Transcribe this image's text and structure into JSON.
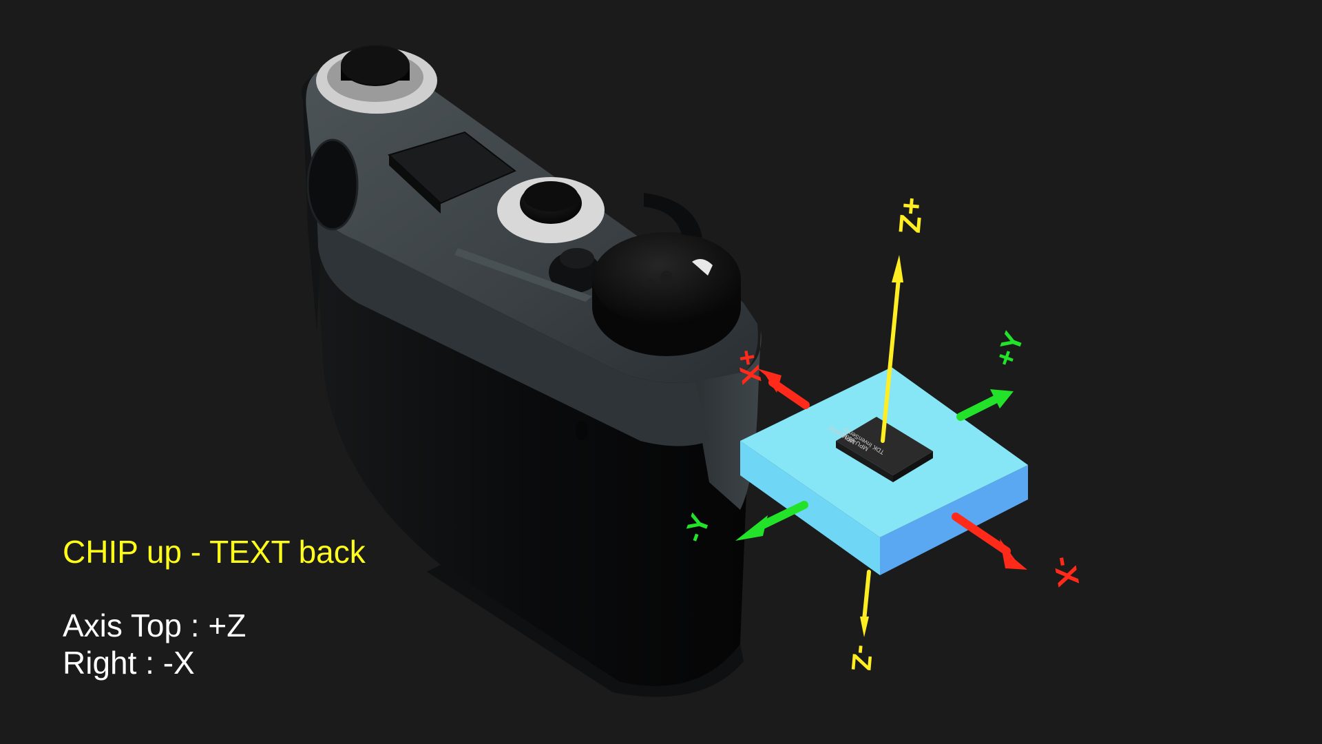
{
  "captions": {
    "title": "CHIP up - TEXT back",
    "axis_top": "Axis Top : +Z",
    "axis_right": "Right : -X"
  },
  "chip_marking": [
    "MPU-6050",
    "MPU-6500",
    "TDK InvenSense"
  ],
  "axis_labels": {
    "z_pos": "+Z",
    "z_neg": "-Z",
    "x_pos": "+X",
    "x_neg": "-X",
    "y_pos": "+Y",
    "y_neg": "-Y"
  },
  "colors": {
    "background": "#1b1b1b",
    "title_text": "#ffff1a",
    "body_text": "#ffffff",
    "axis_z": "#ffee22",
    "axis_x": "#ff2a1a",
    "axis_y": "#22e32a",
    "board_top": "#86e6f6",
    "board_side": "#5aa8f2",
    "camera_body": "#050607",
    "camera_top": "#3c4246"
  }
}
